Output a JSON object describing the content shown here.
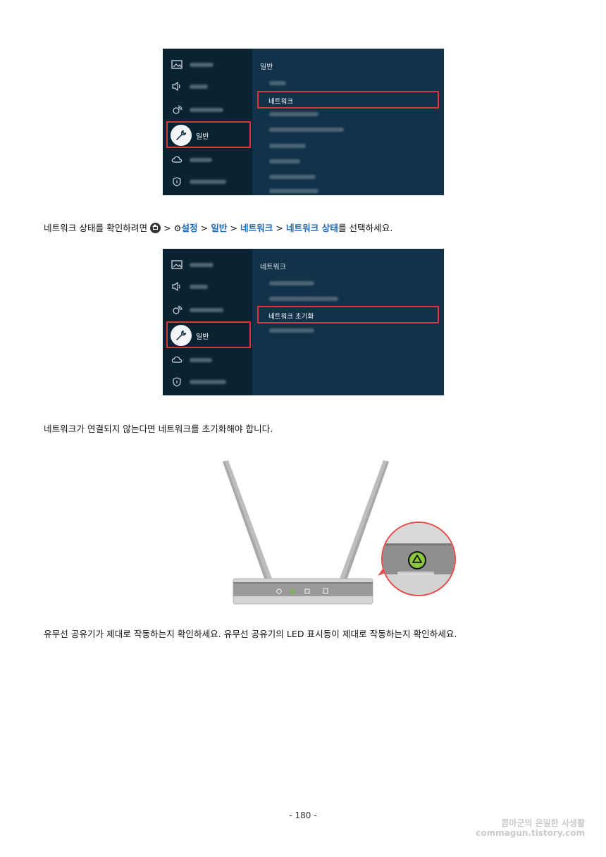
{
  "menu1": {
    "selected_category": "일반",
    "section_title": "일반",
    "highlighted_item": "네트워크"
  },
  "paragraph1": {
    "prefix": "네트워크 상태를 확인하려면",
    "sep": ">",
    "path": [
      "설정",
      "일반",
      "네트워크",
      "네트워크 상태"
    ],
    "suffix": "를 선택하세요."
  },
  "menu2": {
    "selected_category": "일반",
    "section_title": "네트워크",
    "highlighted_item": "네트워크 초기화"
  },
  "paragraph2": "네트워크가 연결되지 않는다면 네트워크를 초기화해야 합니다.",
  "paragraph3": "유무선 공유기가 제대로 작동하는지 확인하세요. 유무선 공유기의 LED 표시등이 제대로 작동하는지 확인하세요.",
  "page_number": "- 180 -",
  "watermark": {
    "line1": "콤마군의 은밀한 사생활",
    "line2": "commagun.tistory.com"
  },
  "icons": [
    "picture-icon",
    "sound-icon",
    "broadcasting-icon",
    "wrench-icon",
    "support-icon",
    "privacy-shield-icon",
    "home-icon",
    "gear-icon",
    "router-icon",
    "led-icon"
  ],
  "colors": {
    "menu_bg": "#0d2a3c",
    "highlight_border": "#d8343a",
    "keyword": "#1d6ab8",
    "led_green": "#8cc63f"
  }
}
